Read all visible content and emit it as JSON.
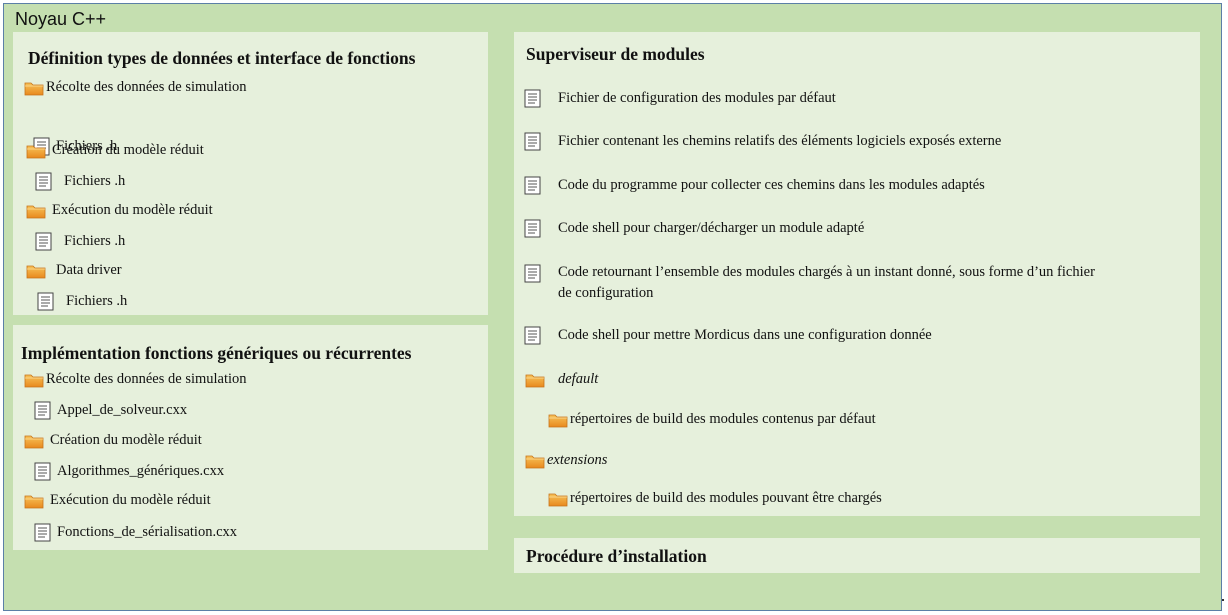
{
  "title": "Noyau C++",
  "left_panels": [
    {
      "title": "Définition types de données et interface de fonctions",
      "items": [
        {
          "icon": "folder-icon",
          "label": "Récolte des données de simulation"
        },
        {
          "icon": "document-icon",
          "label": "Fichiers .h"
        },
        {
          "icon": "folder-icon",
          "label": "Création du modèle réduit"
        },
        {
          "icon": "document-icon",
          "label": "Fichiers .h"
        },
        {
          "icon": "folder-icon",
          "label": "Exécution du modèle réduit"
        },
        {
          "icon": "document-icon",
          "label": "Fichiers .h"
        },
        {
          "icon": "folder-icon",
          "label": "Data driver"
        },
        {
          "icon": "document-icon",
          "label": "Fichiers .h"
        }
      ]
    },
    {
      "title": "Implémentation fonctions génériques ou récurrentes",
      "items": [
        {
          "icon": "folder-icon",
          "label": "Récolte des données de simulation"
        },
        {
          "icon": "document-icon",
          "label": "Appel_de_solveur.cxx"
        },
        {
          "icon": "folder-icon",
          "label": "Création du modèle réduit"
        },
        {
          "icon": "document-icon",
          "label": "Algorithmes_génériques.cxx"
        },
        {
          "icon": "folder-icon",
          "label": "Exécution du modèle réduit"
        },
        {
          "icon": "document-icon",
          "label": "Fonctions_de_sérialisation.cxx"
        }
      ]
    }
  ],
  "supervisor": {
    "title": "Superviseur de modules",
    "items": [
      {
        "icon": "document-icon",
        "label": "Fichier de configuration des modules par défaut"
      },
      {
        "icon": "document-icon",
        "label": "Fichier contenant les chemins relatifs des éléments logiciels exposés externe"
      },
      {
        "icon": "document-icon",
        "label": "Code du programme pour collecter ces chemins dans les modules adaptés"
      },
      {
        "icon": "document-icon",
        "label": "Code shell pour charger/décharger un module adapté"
      },
      {
        "icon": "document-icon",
        "label": "Code retournant l’ensemble des modules chargés à un instant donné, sous forme d’un fichier",
        "label2": "de configuration"
      },
      {
        "icon": "document-icon",
        "label": "Code shell pour mettre Mordicus dans une configuration donnée"
      },
      {
        "icon": "folder-icon",
        "label": "default"
      },
      {
        "icon": "folder-icon",
        "label": "répertoires de build des modules contenus par défaut"
      },
      {
        "icon": "folder-icon",
        "label": "extensions"
      },
      {
        "icon": "folder-icon",
        "label": "répertoires de build des modules pouvant être chargés"
      }
    ]
  },
  "install": {
    "title": "Procédure d’installation"
  },
  "colors": {
    "outer_bg": "#c5dfb0",
    "panel_bg": "#e6f0dc",
    "outer_border": "#5b7fa6",
    "folder": "#f0a030"
  }
}
